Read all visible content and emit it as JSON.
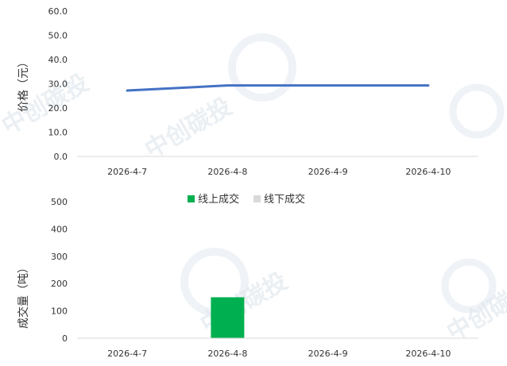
{
  "chart_data": [
    {
      "type": "line",
      "x": [
        "2026-4-7",
        "2026-4-8",
        "2026-4-9",
        "2026-4-10"
      ],
      "series": [
        {
          "values": [
            27.2,
            29.3,
            29.3,
            29.3
          ],
          "color": "#4472C4"
        }
      ],
      "ylabel": "价格（元）",
      "yticks": [
        "60.0",
        "50.0",
        "40.0",
        "30.0",
        "20.0",
        "10.0",
        "0.0"
      ],
      "ylim": [
        0,
        60
      ],
      "grid": false
    },
    {
      "type": "bar",
      "categories": [
        "2026-4-7",
        "2026-4-8",
        "2026-4-9",
        "2026-4-10"
      ],
      "series": [
        {
          "name": "线上成交",
          "values": [
            0,
            150,
            0,
            0
          ],
          "color": "#00B050"
        },
        {
          "name": "线下成交",
          "values": [
            0,
            0,
            0,
            0
          ],
          "color": "#D9D9D9"
        }
      ],
      "ylabel": "成交量（吨）",
      "yticks": [
        "500",
        "400",
        "300",
        "200",
        "100",
        "0"
      ],
      "ylim": [
        0,
        500
      ],
      "legend": "top-center",
      "grid": false
    }
  ],
  "watermark": {
    "text": "中创碳投"
  }
}
